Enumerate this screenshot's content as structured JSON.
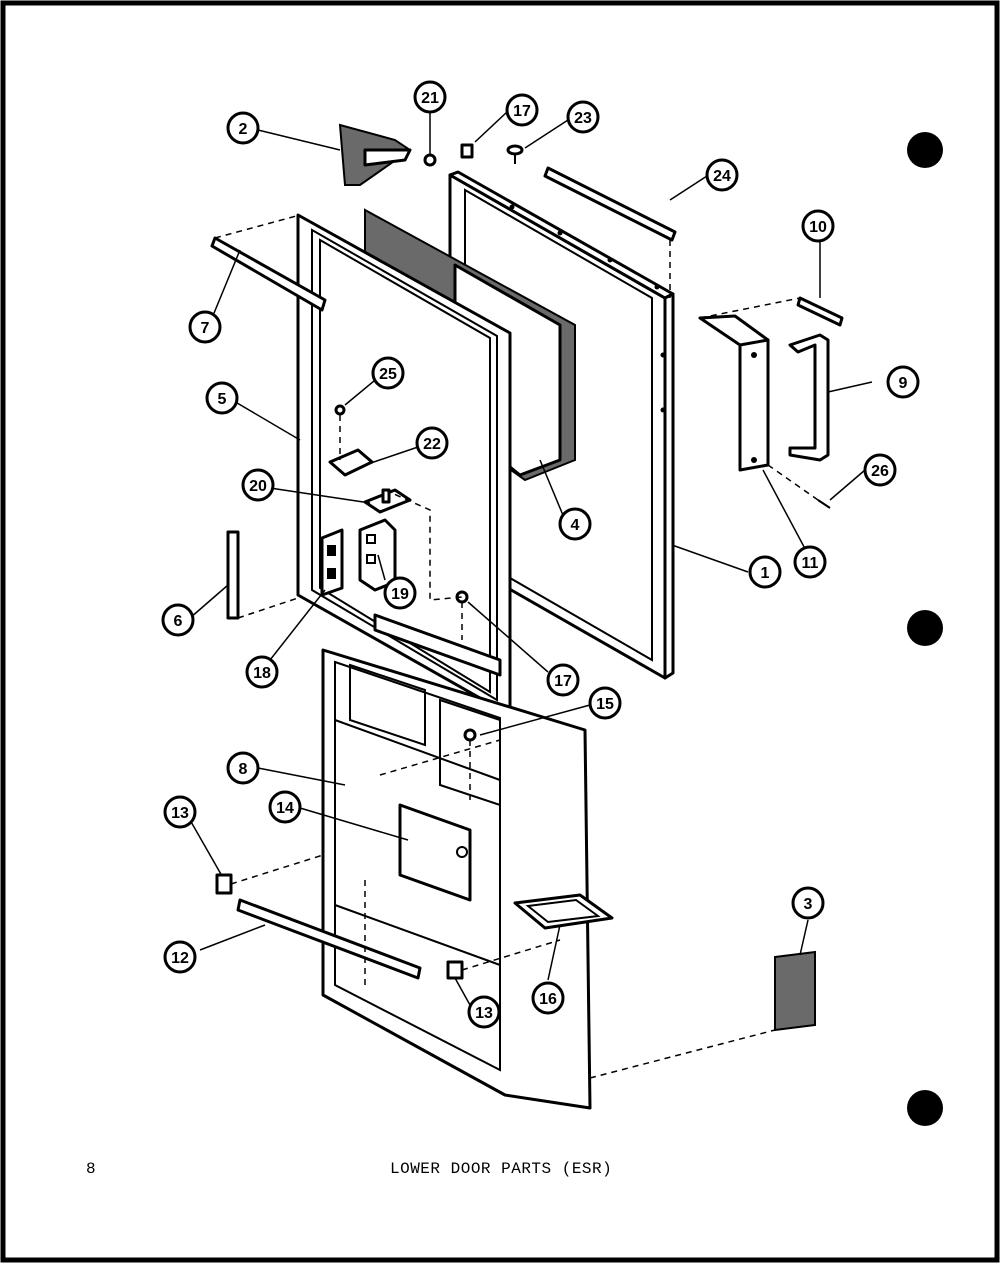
{
  "page": {
    "number": "8",
    "caption": "LOWER DOOR PARTS (ESR)"
  },
  "callouts": [
    {
      "id": "c1",
      "label": "1"
    },
    {
      "id": "c2",
      "label": "2"
    },
    {
      "id": "c3",
      "label": "3"
    },
    {
      "id": "c4",
      "label": "4"
    },
    {
      "id": "c5",
      "label": "5"
    },
    {
      "id": "c6",
      "label": "6"
    },
    {
      "id": "c7",
      "label": "7"
    },
    {
      "id": "c8",
      "label": "8"
    },
    {
      "id": "c9",
      "label": "9"
    },
    {
      "id": "c10",
      "label": "10"
    },
    {
      "id": "c11",
      "label": "11"
    },
    {
      "id": "c12",
      "label": "12"
    },
    {
      "id": "c13a",
      "label": "13"
    },
    {
      "id": "c13b",
      "label": "13"
    },
    {
      "id": "c14",
      "label": "14"
    },
    {
      "id": "c15",
      "label": "15"
    },
    {
      "id": "c16",
      "label": "16"
    },
    {
      "id": "c17a",
      "label": "17"
    },
    {
      "id": "c17b",
      "label": "17"
    },
    {
      "id": "c18",
      "label": "18"
    },
    {
      "id": "c19",
      "label": "19"
    },
    {
      "id": "c20",
      "label": "20"
    },
    {
      "id": "c21",
      "label": "21"
    },
    {
      "id": "c22",
      "label": "22"
    },
    {
      "id": "c23",
      "label": "23"
    },
    {
      "id": "c24",
      "label": "24"
    },
    {
      "id": "c25",
      "label": "25"
    },
    {
      "id": "c26",
      "label": "26"
    }
  ]
}
